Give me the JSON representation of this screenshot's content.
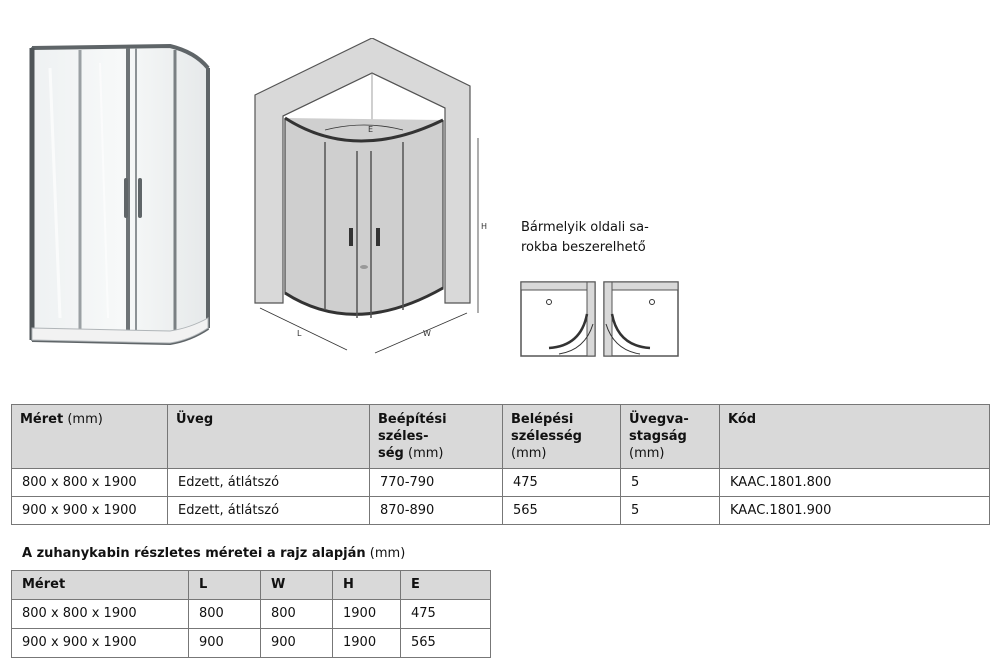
{
  "note": {
    "line1": "Bármelyik oldali sa-",
    "line2": "rokba beszerelhető"
  },
  "drawing_labels": {
    "E": "E",
    "H": "H",
    "L": "L",
    "W": "W"
  },
  "spec_table": {
    "headers": {
      "meret": "Méret",
      "meret_unit": " (mm)",
      "uveg": "Üveg",
      "beepitesi_1": "Beépítési széles-",
      "beepitesi_2": "ség",
      "beepitesi_unit": " (mm)",
      "belepesi_1": "Belépési",
      "belepesi_2": "szélesség",
      "belepesi_unit": " (mm)",
      "uvegvastagsag_1": "Üvegva-",
      "uvegvastagsag_2": "stagság",
      "uvegvastagsag_unit": "(mm)",
      "kod": "Kód"
    },
    "rows": [
      {
        "meret": "800 x 800 x 1900",
        "uveg": "Edzett, átlátszó",
        "beepitesi": "770-790",
        "belepesi": "475",
        "vastagsag": "5",
        "kod": "KAAC.1801.800"
      },
      {
        "meret": "900 x 900 x 1900",
        "uveg": "Edzett, átlátszó",
        "beepitesi": "870-890",
        "belepesi": "565",
        "vastagsag": "5",
        "kod": "KAAC.1801.900"
      }
    ]
  },
  "dims_title": {
    "bold": "A zuhanykabin részletes méretei a rajz alapján",
    "unit": " (mm)"
  },
  "dims_table": {
    "headers": {
      "meret": "Méret",
      "l": "L",
      "w": "W",
      "h": "H",
      "e": "E"
    },
    "rows": [
      {
        "meret": "800 x 800 x 1900",
        "l": "800",
        "w": "800",
        "h": "1900",
        "e": "475"
      },
      {
        "meret": "900 x 900 x 1900",
        "l": "900",
        "w": "900",
        "h": "1900",
        "e": "565"
      }
    ]
  }
}
